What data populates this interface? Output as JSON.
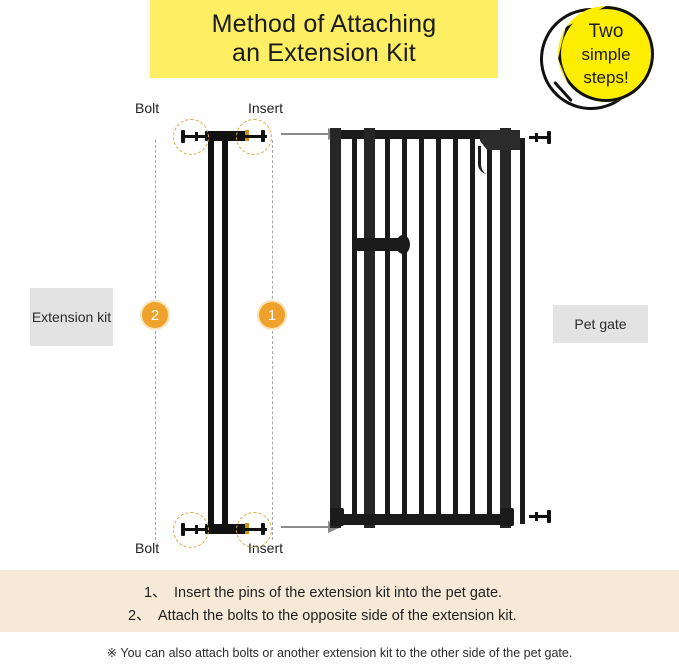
{
  "title": {
    "line1": "Method of Attaching",
    "line2": "an Extension Kit"
  },
  "badge": {
    "line1": "Two",
    "line2": "simple",
    "line3": "steps!"
  },
  "callouts": {
    "extension_kit": "Extension kit",
    "pet_gate": "Pet gate"
  },
  "steps": {
    "one": "1",
    "two": "2"
  },
  "labels": {
    "bolt_top": "Bolt",
    "insert_top": "Insert",
    "bolt_bottom": "Bolt",
    "insert_bottom": "Insert"
  },
  "instructions": [
    {
      "num": "1、",
      "text": "Insert the pins of the extension kit into the pet gate."
    },
    {
      "num": "2、",
      "text": "Attach the bolts to the opposite side of the extension kit."
    }
  ],
  "footnote": "※ You can also attach bolts or another extension kit to the other side of the pet gate.",
  "colors": {
    "title_banner": "#fdee63",
    "badge_yellow": "#fdee00",
    "step_orange": "#efa22b",
    "callout_gray": "#e3e3e3",
    "instruction_beige": "#f6e9d8",
    "hardware_black": "#1b1b1b",
    "highlight_dashed": "#d6a93c",
    "arrow_gray": "#8a8a8a",
    "guide_gray": "#a8a8a8"
  },
  "diagram": {
    "extension_kit_bars": 2,
    "gate_bars": 13
  }
}
